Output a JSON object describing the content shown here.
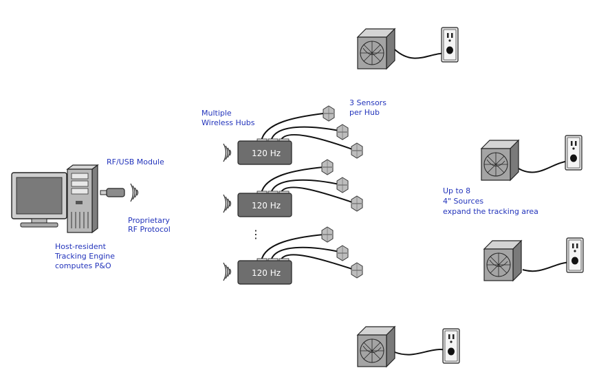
{
  "labels": {
    "rf_usb_module": "RF/USB Module",
    "protocol_line1": "Proprietary",
    "protocol_line2": "RF Protocol",
    "host_line1": "Host-resident",
    "host_line2": "Tracking Engine",
    "host_line3": "computes P&O",
    "hubs_line1": "Multiple",
    "hubs_line2": "Wireless Hubs",
    "sensors_line1": "3 Sensors",
    "sensors_line2": "per Hub",
    "sources_line1": "Up to 8",
    "sources_line2": "4\" Sources",
    "sources_line3": "expand the tracking area"
  },
  "hubs": [
    {
      "rate": "120 Hz"
    },
    {
      "rate": "120 Hz"
    },
    {
      "rate": "120 Hz"
    }
  ],
  "ellipsis": "⋮",
  "colors": {
    "label_text": "#2233bb",
    "hub_fill": "#6e6e6e",
    "device_gray": "#9a9a9a",
    "cable": "#111111"
  },
  "icons": [
    "computer-icon",
    "usb-dongle-icon",
    "wireless-signal-icon",
    "hub-icon",
    "sensor-icon",
    "source-cube-icon",
    "wall-outlet-icon"
  ]
}
